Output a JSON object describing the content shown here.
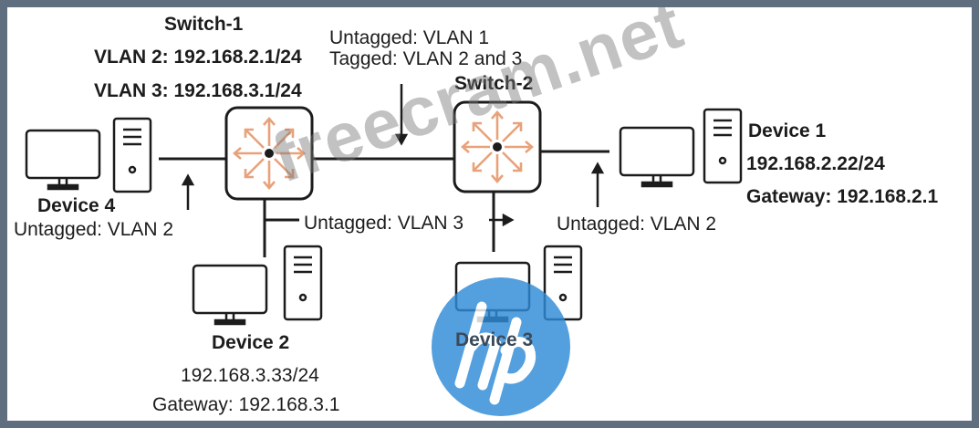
{
  "switch1": {
    "title": "Switch-1",
    "vlan2": "VLAN 2: 192.168.2.1/24",
    "vlan3": "VLAN 3: 192.168.3.1/24"
  },
  "switch2": {
    "title": "Switch-2"
  },
  "trunk": {
    "untagged": "Untagged: VLAN 1",
    "tagged": "Tagged: VLAN 2 and 3"
  },
  "device1": {
    "name": "Device 1",
    "ip": "192.168.2.22/24",
    "gateway": "Gateway: 192.168.2.1",
    "port": "Untagged: VLAN 2"
  },
  "device2": {
    "name": "Device 2",
    "ip": "192.168.3.33/24",
    "gateway": "Gateway: 192.168.3.1",
    "port": "Untagged: VLAN 3"
  },
  "device3": {
    "name": "Device 3"
  },
  "device4": {
    "name": "Device 4",
    "port": "Untagged: VLAN 2"
  },
  "watermark": {
    "text": "freecram.net",
    "logo": "hp"
  },
  "colors": {
    "switch_icon": "#e8a27a",
    "logo": "#2f8ad6",
    "line": "#1c1c1c"
  },
  "icons": {
    "switch": "switch-router-icon",
    "monitor": "monitor-icon",
    "tower": "pc-tower-icon"
  }
}
